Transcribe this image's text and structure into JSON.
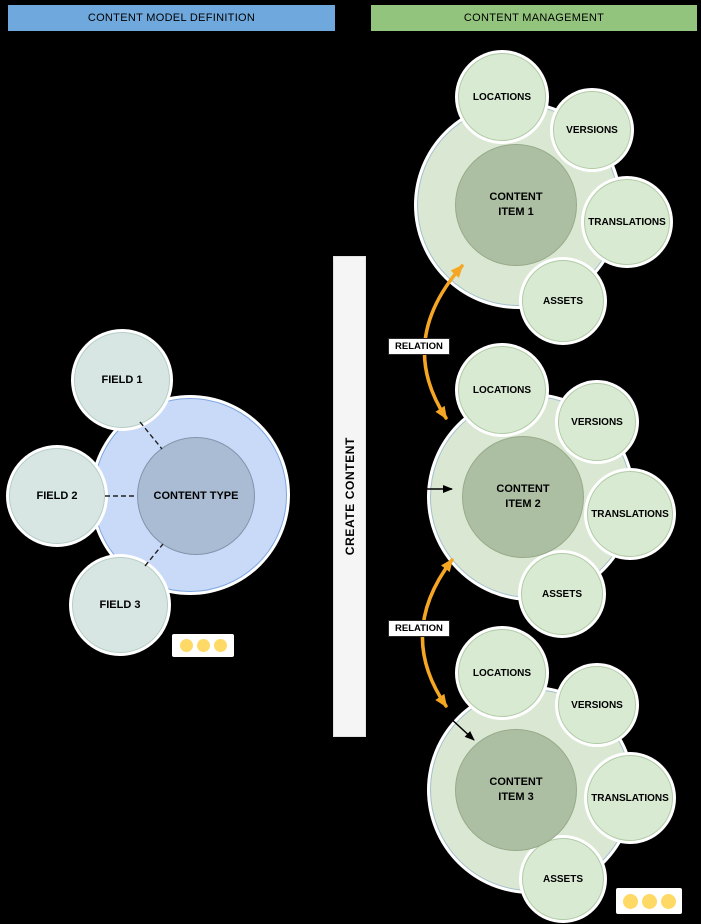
{
  "headers": {
    "left": "CONTENT MODEL DEFINITION",
    "right": "CONTENT MANAGEMENT"
  },
  "content_model": {
    "center_label": "CONTENT TYPE",
    "fields": [
      "FIELD 1",
      "FIELD 2",
      "FIELD 3"
    ],
    "more_indicator_icon": "ellipsis-dots"
  },
  "create_content": {
    "label": "CREATE CONTENT"
  },
  "relations": {
    "labels": [
      "RELATION",
      "RELATION"
    ]
  },
  "content_items": [
    {
      "label": "CONTENT ITEM 1",
      "satellites": [
        "LOCATIONS",
        "VERSIONS",
        "TRANSLATIONS",
        "ASSETS"
      ]
    },
    {
      "label": "CONTENT ITEM 2",
      "satellites": [
        "LOCATIONS",
        "VERSIONS",
        "TRANSLATIONS",
        "ASSETS"
      ]
    },
    {
      "label": "CONTENT ITEM 3",
      "satellites": [
        "LOCATIONS",
        "VERSIONS",
        "TRANSLATIONS",
        "ASSETS"
      ]
    }
  ],
  "content_management": {
    "more_indicator_icon": "ellipsis-dots"
  },
  "colors": {
    "canvas_bg": "#000000",
    "header_left_bg": "#6fa8dc",
    "header_right_bg": "#93c47d",
    "type_outer": "#c9daf8",
    "type_inner": "#a9bcd4",
    "field_fill": "#d7e6e2",
    "item_outer": "#dae7d2",
    "item_inner": "#adbfa3",
    "satellite_fill": "#d9ead3",
    "relation_arrow": "#f5a623",
    "ellipsis_dot": "#ffd966"
  }
}
